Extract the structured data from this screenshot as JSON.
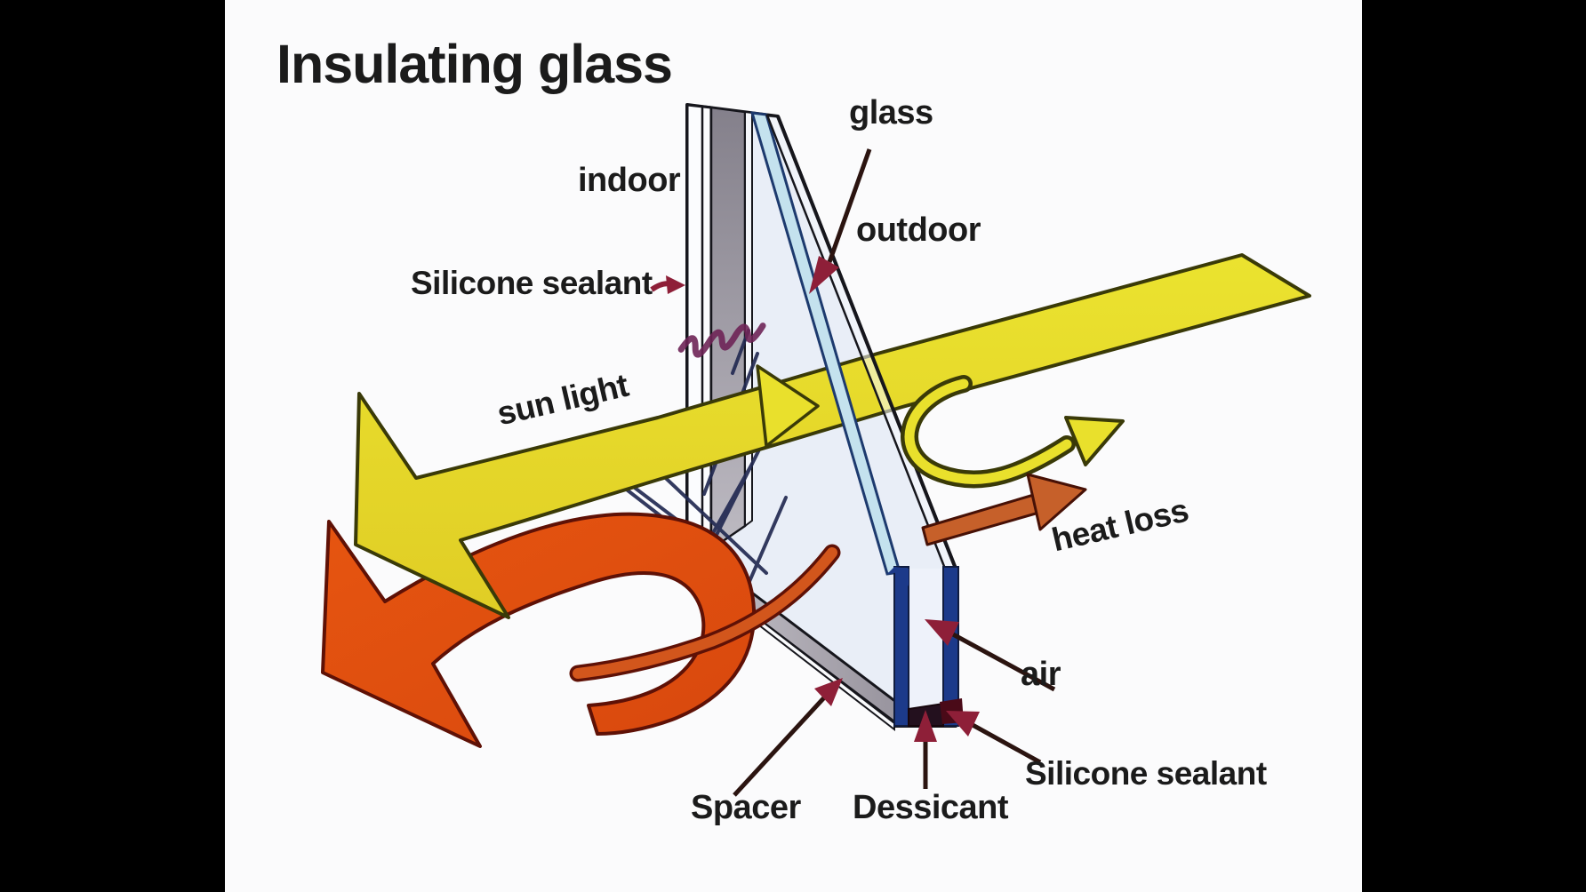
{
  "title": "Insulating glass",
  "labels": {
    "glass": "glass",
    "indoor": "indoor",
    "outdoor": "outdoor",
    "sealant_left": "Silicone sealant",
    "sun_light": "sun light",
    "heat_loss": "heat loss",
    "air": "air",
    "sealant_right": "Silicone sealant",
    "spacer": "Spacer",
    "dessicant": "Dessicant"
  },
  "colors": {
    "background": "#fbfbfc",
    "letterbox": "#000000",
    "sun_yellow": "#e9e02c",
    "heat_orange": "#e1500f",
    "heat_loss_orange": "#c6602a",
    "pane_navy": "#1c3a8a",
    "pane_stripe_blue": "#c4e2ee",
    "spacer_gray": "#9a96a0",
    "desiccant_dark": "#23101e",
    "pointer_maroon": "#8e1f38",
    "text": "#1b1b1b"
  }
}
